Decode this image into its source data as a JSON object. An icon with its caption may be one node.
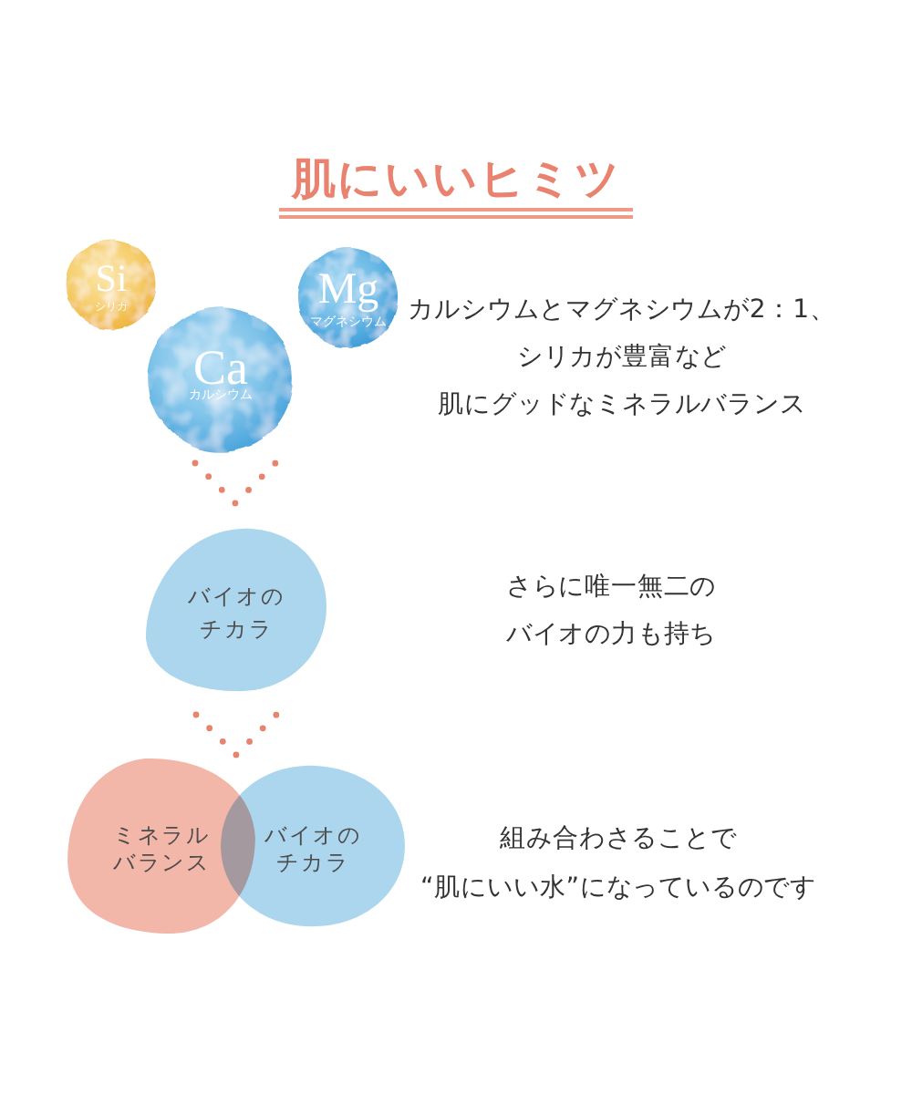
{
  "diagram": {
    "title": "肌にいいヒミツ",
    "nodes": [
      {
        "text": [
          "Si",
          "シリカ"
        ]
      },
      {
        "text": [
          "Mg",
          "マグネシウム"
        ]
      },
      {
        "text": [
          "Ca",
          "カルシウム"
        ]
      },
      {
        "text": [
          "バイオのチカラ"
        ]
      },
      {
        "text": [
          "ミネラルバランス"
        ]
      },
      {
        "text": [
          "バイオのチカラ"
        ]
      }
    ],
    "edges": [
      {
        "from": 2,
        "to": 3,
        "arrow": "to",
        "style": "dashed"
      },
      {
        "from": 3,
        "to": 4,
        "arrow": "to",
        "style": "dashed"
      },
      {
        "from": 3,
        "to": 5,
        "arrow": "to",
        "style": "dashed"
      }
    ],
    "labels": [
      "カルシウムとマグネシウムが2：1、シリカが豊富など肌にグッドなミネラルバランス",
      "さらに唯一無二のバイオの力も持ち",
      "組み合わさることで“肌にいい水”になっているのです"
    ]
  }
}
